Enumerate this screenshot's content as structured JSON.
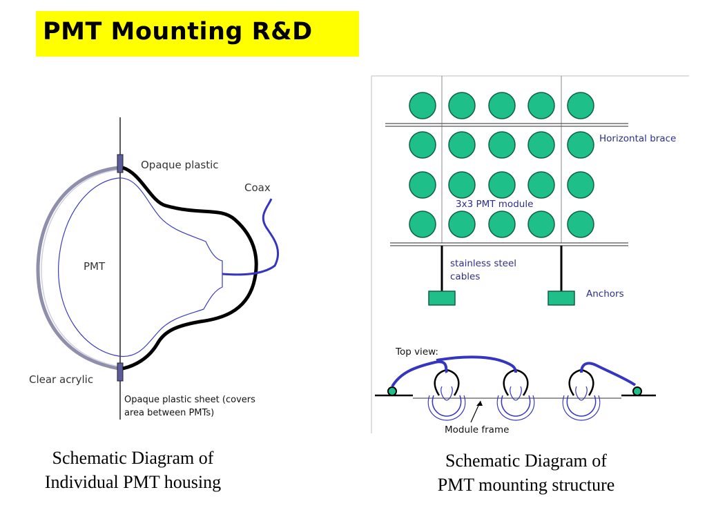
{
  "title": "PMT Mounting R&D",
  "left_diagram": {
    "labels": {
      "opaque_plastic": "Opaque plastic",
      "coax": "Coax",
      "pmt": "PMT",
      "clear_acrylic": "Clear acrylic",
      "sheet_line1": "Opaque plastic sheet (covers",
      "sheet_line2": "area between PMTs)"
    },
    "caption": {
      "line1": "Schematic Diagram of",
      "line2": "Individual PMT housing"
    }
  },
  "right_diagram": {
    "labels": {
      "horizontal_brace": "Horizontal brace",
      "module": "3x3 PMT module",
      "cables_line1": "stainless steel",
      "cables_line2": "cables",
      "anchors": "Anchors",
      "top_view": "Top view:",
      "module_frame": "Module frame"
    },
    "caption": {
      "line1": "Schematic Diagram of",
      "line2": "PMT mounting structure"
    }
  },
  "colors": {
    "title_bg": "#ffff00",
    "pmt_green": "#1fbf8a",
    "label_blue": "#2d2d8c",
    "coax_blue": "#3535c0",
    "acrylic": "#9a9ab8"
  }
}
